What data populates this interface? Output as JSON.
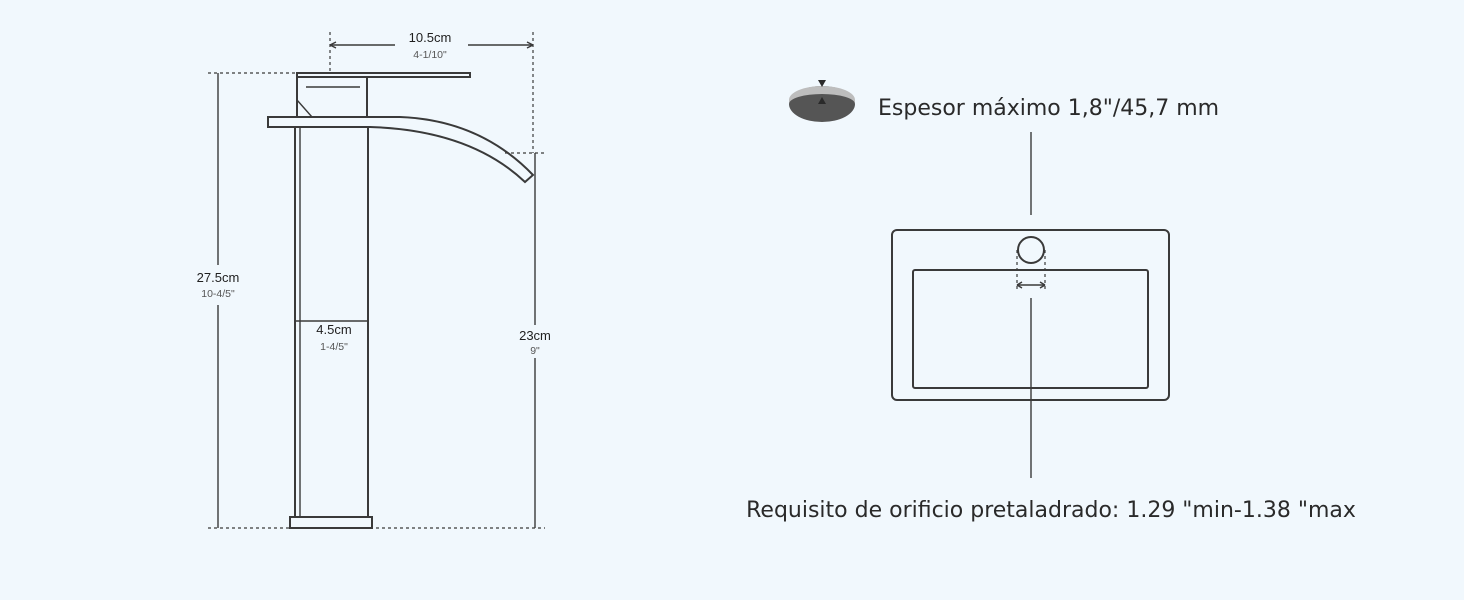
{
  "faucet": {
    "width_cm": "10.5cm",
    "width_in": "4-1/10\"",
    "height_cm": "27.5cm",
    "height_in": "10-4/5\"",
    "base_cm": "4.5cm",
    "base_in": "1-4/5\"",
    "spout_height_cm": "23cm",
    "spout_height_in": "9\""
  },
  "sink": {
    "thickness_label": "Espesor máximo 1,8\"/45,7 mm",
    "hole_requirement": "Requisito de orificio pretaladrado: 1.29 \"min-1.38 \"max"
  },
  "colors": {
    "background": "#f1f8fd",
    "stroke": "#3a3a3a",
    "icon_dark": "#555555",
    "icon_light": "#bdbdbd"
  }
}
